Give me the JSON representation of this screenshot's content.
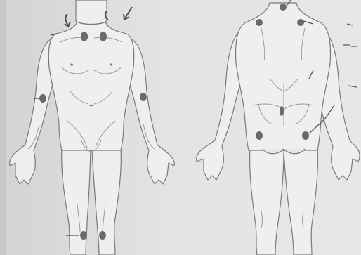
{
  "figure": {
    "views": [
      {
        "id": "front",
        "view": "anterior"
      },
      {
        "id": "back",
        "view": "posterior"
      }
    ],
    "colors": {
      "paper": "#dcdcdc",
      "paper_left": "#d2d2d2",
      "body_fill": "#efefef",
      "outline": "#7a7a7a",
      "detail": "#9a9a9a",
      "marker": "#6a6a6a",
      "pointer": "#4e4e4e"
    },
    "marker_shape": "filled oval",
    "front_markers": [
      "left-neck",
      "right-neck",
      "left-upper-arm",
      "right-upper-arm",
      "left-knee",
      "right-knee"
    ],
    "back_markers": [
      "neck-top",
      "left-shoulder",
      "right-shoulder",
      "lower-spine",
      "left-buttock",
      "right-buttock"
    ]
  }
}
